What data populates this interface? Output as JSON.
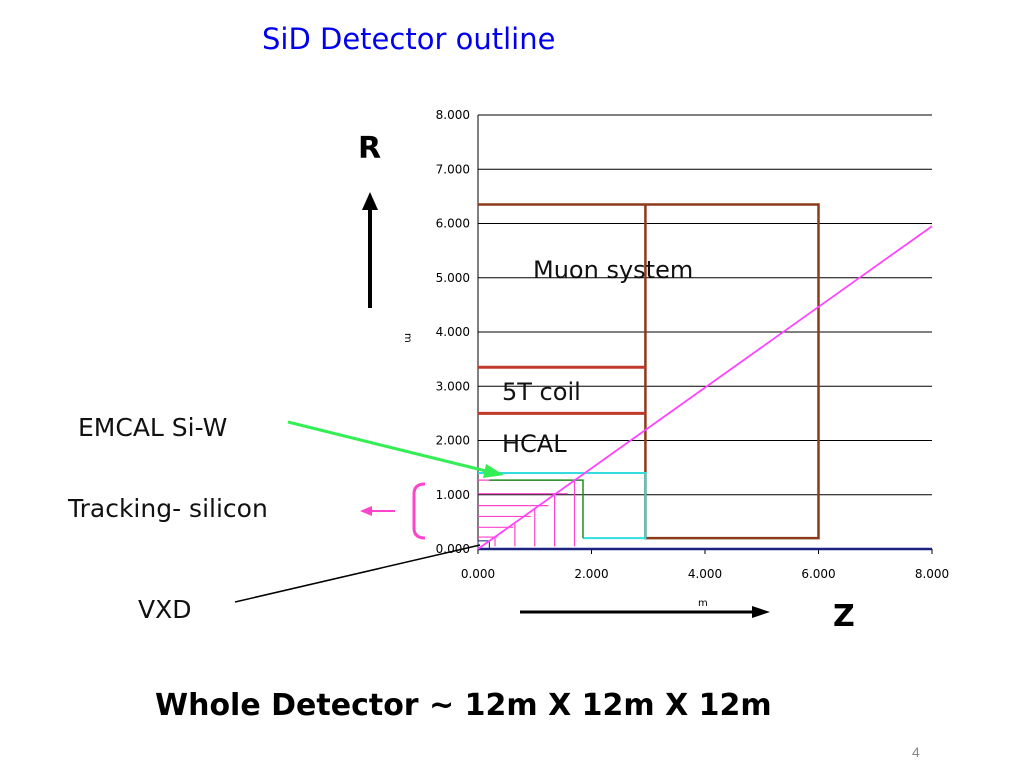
{
  "slide": {
    "title": "SiD Detector outline",
    "summary": "Whole Detector ~ 12m X 12m X 12m",
    "page_number": "4"
  },
  "axes": {
    "x_unit": "m",
    "y_unit": "m",
    "x_direction_label": "Z",
    "y_direction_label": "R",
    "x_range": [
      0,
      8
    ],
    "y_range": [
      0,
      8
    ],
    "x_tick_values": [
      0,
      2,
      4,
      6,
      8
    ],
    "x_tick_labels": [
      "0.000",
      "2.000",
      "4.000",
      "6.000",
      "8.000"
    ],
    "y_tick_values": [
      0,
      1,
      2,
      3,
      4,
      5,
      6,
      7,
      8
    ],
    "y_tick_labels": [
      "0.000",
      "1.000",
      "2.000",
      "3.000",
      "4.000",
      "5.000",
      "6.000",
      "7.000",
      "8.000"
    ]
  },
  "regions": {
    "muon": {
      "label": "Muon system",
      "color": "#8b3a1a"
    },
    "coil": {
      "label": "5T coil",
      "color": "#c0392b"
    },
    "hcal": {
      "label": "HCAL",
      "color": "#c0392b"
    },
    "emcal": {
      "color": "#33dddd"
    },
    "tracker": {
      "color": "#ff44cc",
      "outer_color": "#1f8f1f"
    }
  },
  "callouts": {
    "emcal": {
      "label": "EMCAL Si-W",
      "arrow_color": "#33ee55"
    },
    "tracking": {
      "label": "Tracking- silicon",
      "arrow_color": "#ff44cc"
    },
    "vxd": {
      "label": "VXD",
      "line_color": "#000000"
    }
  },
  "lines": {
    "eta_line_color": "#ff44ff",
    "beam_axis_color": "#1a237e"
  }
}
